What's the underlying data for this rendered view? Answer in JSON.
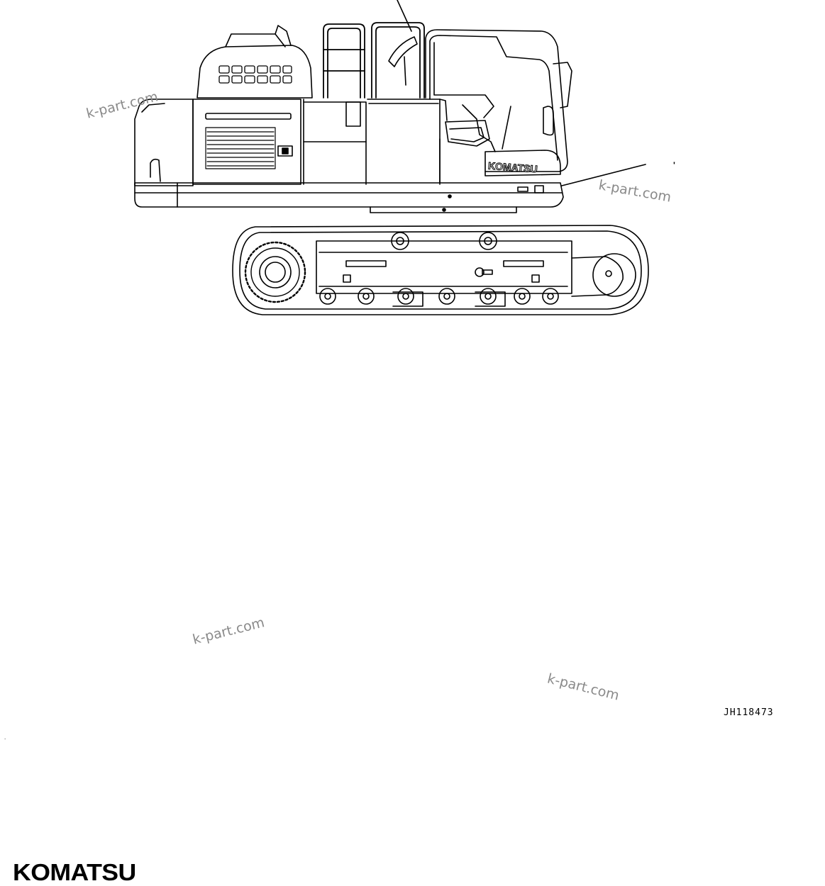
{
  "figure": {
    "id": "JH118473",
    "callout_mark": "'",
    "cab_brand_label": "KOMATSU",
    "footer_logo": "KOMATSU",
    "watermarks": [
      "k-part.com",
      "k-part.com",
      "k-part.com",
      "k-part.com"
    ]
  }
}
